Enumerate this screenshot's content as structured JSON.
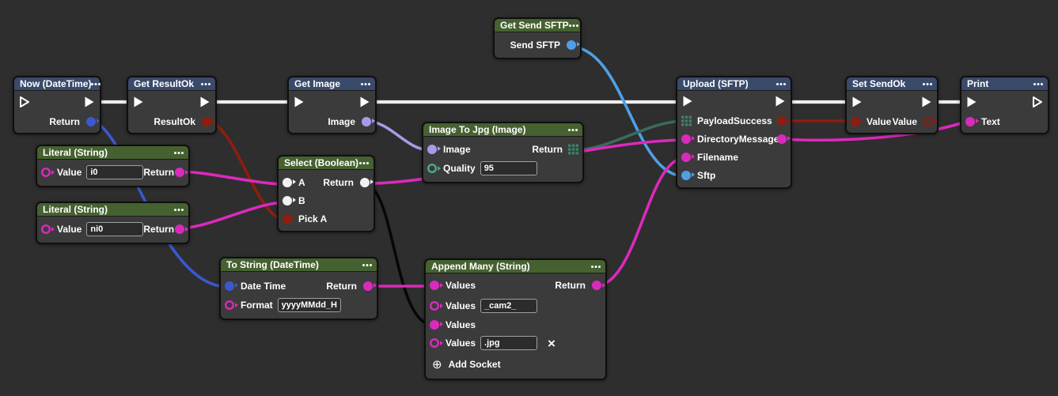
{
  "colors": {
    "canvas_bg": "#2e2e2e",
    "node_body": "#3b3b3b",
    "header_blue": "#3a4a6b",
    "header_green": "#466130",
    "wire_exec": "#eeeeee",
    "wire_string_magenta": "#da2abc",
    "wire_datetime_blue": "#3c58d0",
    "wire_sftp_lightblue": "#4f9fe8",
    "wire_image_lavender": "#a39de8",
    "wire_bytes_teal": "#3a6b5c",
    "wire_boolean_darkred": "#8e1d10",
    "wire_generic_black": "#070707"
  },
  "nodes": {
    "now": {
      "title": "Now (DateTime)",
      "outputs": {
        "return": "Return"
      }
    },
    "get_resultok": {
      "title": "Get ResultOk",
      "outputs": {
        "resultok": "ResultOk"
      }
    },
    "get_image": {
      "title": "Get Image",
      "outputs": {
        "image": "Image"
      }
    },
    "get_send_sftp": {
      "title": "Get Send SFTP",
      "outputs": {
        "send_sftp": "Send SFTP"
      }
    },
    "literal_1": {
      "title": "Literal (String)",
      "inputs": {
        "value": "Value"
      },
      "value": "i0",
      "outputs": {
        "return": "Return"
      }
    },
    "literal_2": {
      "title": "Literal (String)",
      "inputs": {
        "value": "Value"
      },
      "value": "ni0",
      "outputs": {
        "return": "Return"
      }
    },
    "select": {
      "title": "Select (Boolean)",
      "inputs": {
        "a": "A",
        "b": "B",
        "pick_a": "Pick A"
      },
      "outputs": {
        "return": "Return"
      }
    },
    "image_to_jpg": {
      "title": "Image To Jpg (Image)",
      "inputs": {
        "image": "Image",
        "quality": "Quality"
      },
      "quality_value": "95",
      "outputs": {
        "return": "Return"
      }
    },
    "to_string": {
      "title": "To String (DateTime)",
      "inputs": {
        "date_time": "Date Time",
        "format": "Format"
      },
      "format_value": "yyyyMMdd_HH",
      "outputs": {
        "return": "Return"
      }
    },
    "append_many": {
      "title": "Append Many (String)",
      "inputs": {
        "values_1": "Values",
        "values_2": "Values",
        "values_3": "Values",
        "values_4": "Values"
      },
      "values_2_value": "_cam2_",
      "values_4_value": ".jpg",
      "outputs": {
        "return": "Return"
      },
      "add_socket_label": "Add Socket"
    },
    "upload": {
      "title": "Upload (SFTP)",
      "inputs": {
        "payload": "Payload",
        "directory": "Directory",
        "filename": "Filename",
        "sftp": "Sftp"
      },
      "outputs": {
        "success": "Success",
        "message": "Message"
      }
    },
    "set_sendok": {
      "title": "Set SendOk",
      "inputs": {
        "value": "Value"
      },
      "outputs": {
        "value": "Value"
      }
    },
    "print": {
      "title": "Print",
      "inputs": {
        "text": "Text"
      }
    }
  }
}
